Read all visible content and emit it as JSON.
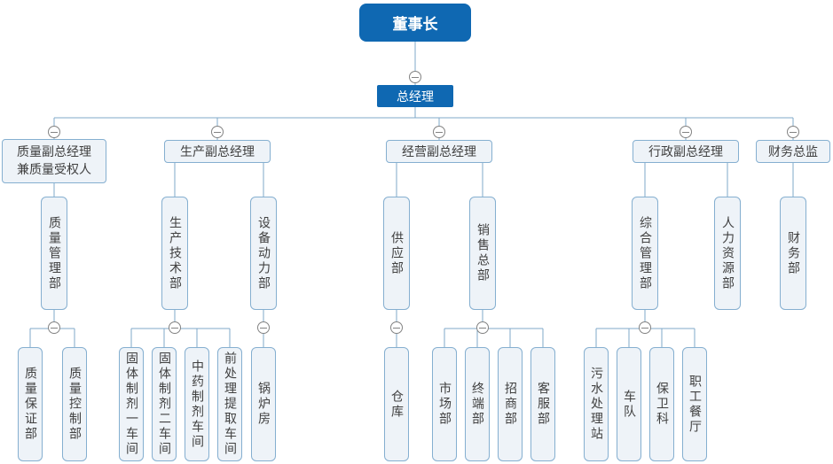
{
  "palette": {
    "primary_blue": "#0f68b2",
    "node_fill": "#eef3f8",
    "node_border": "#85afd0",
    "line_color": "#7fa9c9",
    "toggle_border": "#828282",
    "text_dark": "#404040"
  },
  "icons": {
    "collapse_toggle": "minus-circle"
  },
  "org": {
    "chairman": {
      "label": "董事长"
    },
    "general_manager": {
      "label": "总经理"
    },
    "deputies": [
      {
        "line1": "质量副总经理",
        "line2": "兼质量受权人"
      },
      {
        "line1": "生产副总经理"
      },
      {
        "line1": "经营副总经理"
      },
      {
        "line1": "行政副总经理"
      },
      {
        "line1": "财务总监"
      }
    ],
    "departments": [
      {
        "label": "质量管理部"
      },
      {
        "label": "生产技术部"
      },
      {
        "label": "设备动力部"
      },
      {
        "label": "供应部"
      },
      {
        "label": "销售总部"
      },
      {
        "label": "综合管理部"
      },
      {
        "label": "人力资源部"
      },
      {
        "label": "财务部"
      }
    ],
    "units": [
      {
        "label": "质量保证部"
      },
      {
        "label": "质量控制部"
      },
      {
        "label": "固体制剂一车间"
      },
      {
        "label": "固体制剂二车间"
      },
      {
        "label": "中药制剂车间"
      },
      {
        "label": "前处理提取车间"
      },
      {
        "label": "锅炉房"
      },
      {
        "label": "仓库"
      },
      {
        "label": "市场部"
      },
      {
        "label": "终端部"
      },
      {
        "label": "招商部"
      },
      {
        "label": "客服部"
      },
      {
        "label": "污水处理站"
      },
      {
        "label": "车队"
      },
      {
        "label": "保卫科"
      },
      {
        "label": "职工餐厅"
      }
    ]
  }
}
